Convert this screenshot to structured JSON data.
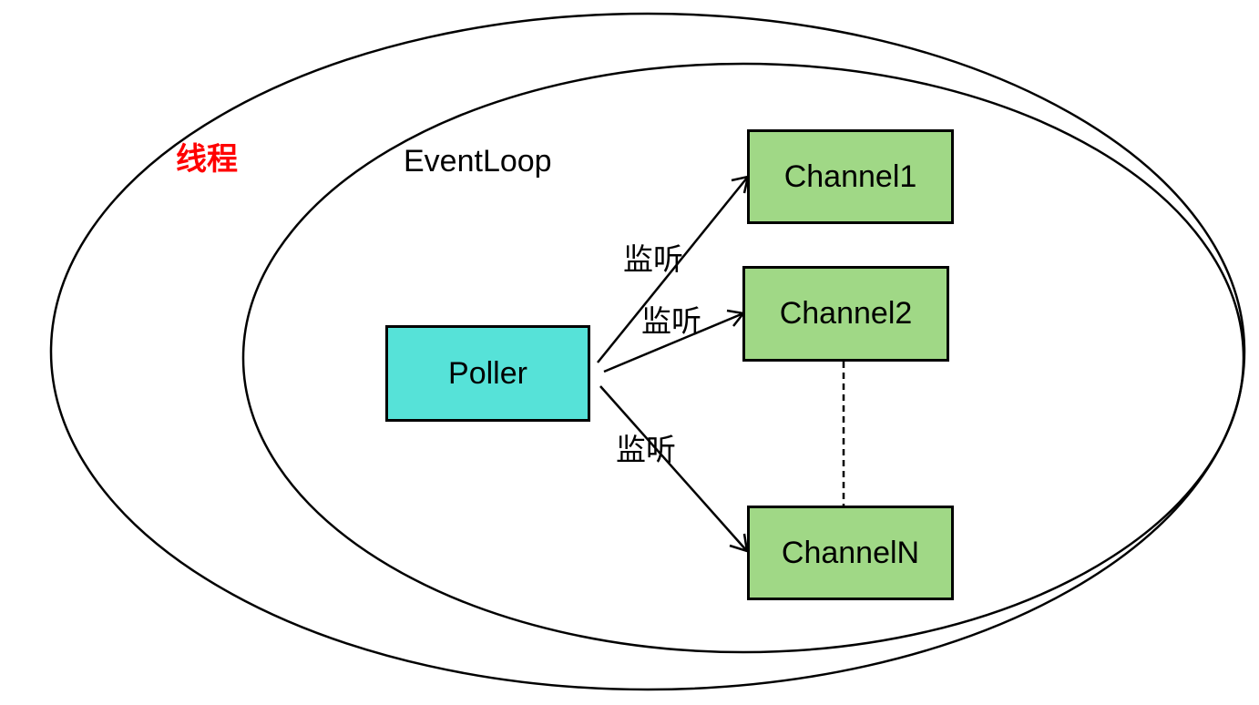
{
  "diagram": {
    "containers": {
      "thread": {
        "label": "线程",
        "label_color": "#ff0000"
      },
      "event_loop": {
        "label": "EventLoop"
      }
    },
    "nodes": {
      "poller": {
        "label": "Poller",
        "fill": "#56e2d8"
      },
      "channel1": {
        "label": "Channel1",
        "fill": "#a0d886"
      },
      "channel2": {
        "label": "Channel2",
        "fill": "#a0d886"
      },
      "channelN": {
        "label": "ChannelN",
        "fill": "#a0d886"
      }
    },
    "edges": [
      {
        "from": "poller",
        "to": "channel1",
        "label": "监听",
        "style": "arrow"
      },
      {
        "from": "poller",
        "to": "channel2",
        "label": "监听",
        "style": "arrow"
      },
      {
        "from": "poller",
        "to": "channelN",
        "label": "监听",
        "style": "arrow"
      },
      {
        "from": "channel2",
        "to": "channelN",
        "label": "",
        "style": "dashed"
      }
    ]
  }
}
